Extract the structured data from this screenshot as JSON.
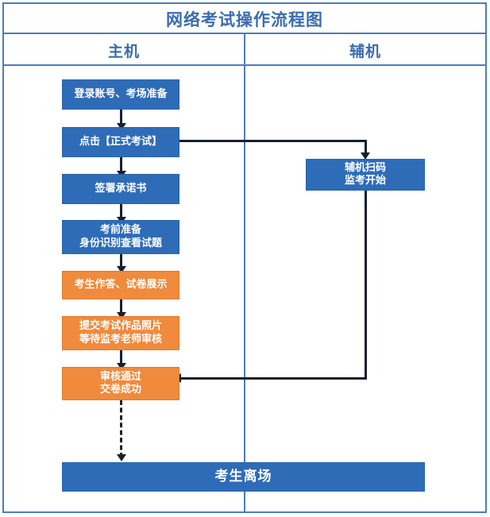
{
  "diagram": {
    "title": "网络考试操作流程图",
    "columns": [
      {
        "id": "host",
        "label": "主机"
      },
      {
        "id": "aux",
        "label": "辅机"
      }
    ],
    "colors": {
      "frame_border": "#4a7ebb",
      "header_text": "#3b6cb0",
      "node_blue": "#2e6cb8",
      "node_orange": "#f08a3c",
      "connector": "#16202e",
      "node_text": "#ffffff"
    },
    "nodes": [
      {
        "id": "login",
        "column": "host",
        "style": "blue",
        "label": "登录账号、考场准备"
      },
      {
        "id": "formal",
        "column": "host",
        "style": "blue",
        "label": "点击【正式考试】"
      },
      {
        "id": "sign",
        "column": "host",
        "style": "blue",
        "label": "签署承诺书"
      },
      {
        "id": "prepare",
        "column": "host",
        "style": "blue",
        "label": "考前准备\n身份识别查看试题"
      },
      {
        "id": "answer",
        "column": "host",
        "style": "orange",
        "label": "考生作答、试卷展示"
      },
      {
        "id": "submit",
        "column": "host",
        "style": "orange",
        "label": "提交考试作品照片\n等待监考老师审核"
      },
      {
        "id": "approved",
        "column": "host",
        "style": "orange",
        "label": "审核通过\n交卷成功"
      },
      {
        "id": "scan",
        "column": "aux",
        "style": "blue",
        "label": "辅机扫码\n监考开始"
      },
      {
        "id": "leave",
        "column": "both",
        "style": "blue",
        "label": "考生离场"
      }
    ],
    "connectors": [
      {
        "from": "login",
        "to": "formal",
        "kind": "solid-arrow-down"
      },
      {
        "from": "formal",
        "to": "scan",
        "kind": "solid-right-then-down"
      },
      {
        "from": "formal",
        "to": "sign",
        "kind": "solid-arrow-down"
      },
      {
        "from": "sign",
        "to": "prepare",
        "kind": "solid-arrow-down"
      },
      {
        "from": "prepare",
        "to": "answer",
        "kind": "solid-arrow-down"
      },
      {
        "from": "answer",
        "to": "submit",
        "kind": "solid-arrow-down"
      },
      {
        "from": "submit",
        "to": "approved",
        "kind": "solid-arrow-down"
      },
      {
        "from": "scan",
        "to": "approved",
        "kind": "solid-down-then-left"
      },
      {
        "from": "approved",
        "to": "leave",
        "kind": "dashed-arrow-down"
      }
    ]
  }
}
